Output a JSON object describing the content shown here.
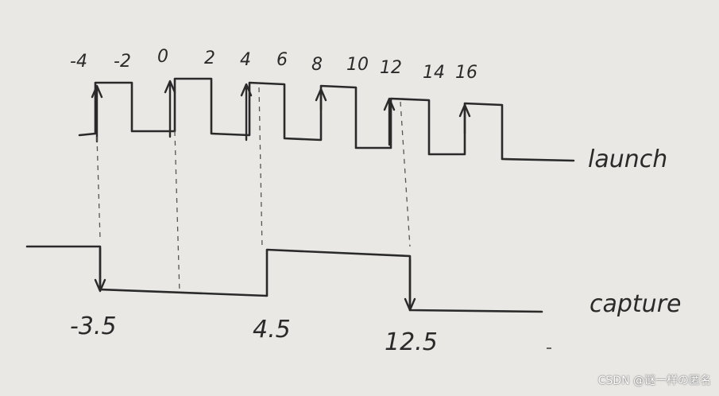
{
  "launch": {
    "label": "launch",
    "tick_labels": [
      "-4",
      "-2",
      "0",
      "2",
      "4",
      "6",
      "8",
      "10",
      "12",
      "14",
      "16"
    ]
  },
  "capture": {
    "label": "capture",
    "edge_labels": [
      "-3.5",
      "4.5",
      "12.5"
    ]
  },
  "watermark": "CSDN @谜一样の匿名"
}
